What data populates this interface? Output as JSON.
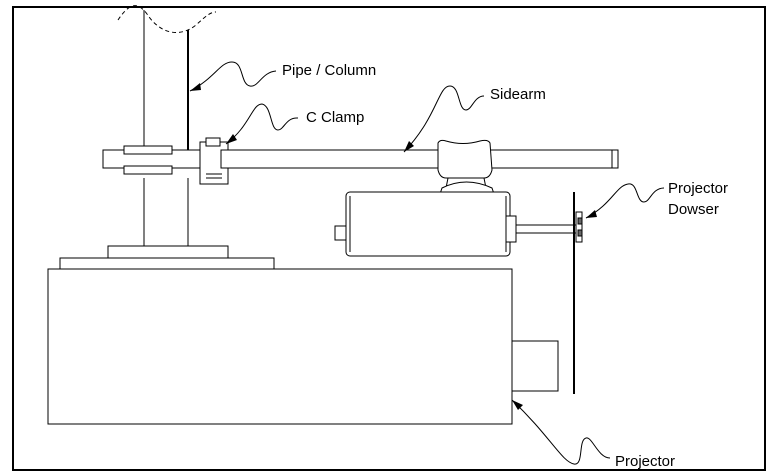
{
  "labels": {
    "pipe_column": "Pipe / Column",
    "c_clamp": "C Clamp",
    "sidearm": "Sidearm",
    "projector_dowser_line1": "Projector",
    "projector_dowser_line2": "Dowser",
    "projector": "Projector"
  }
}
